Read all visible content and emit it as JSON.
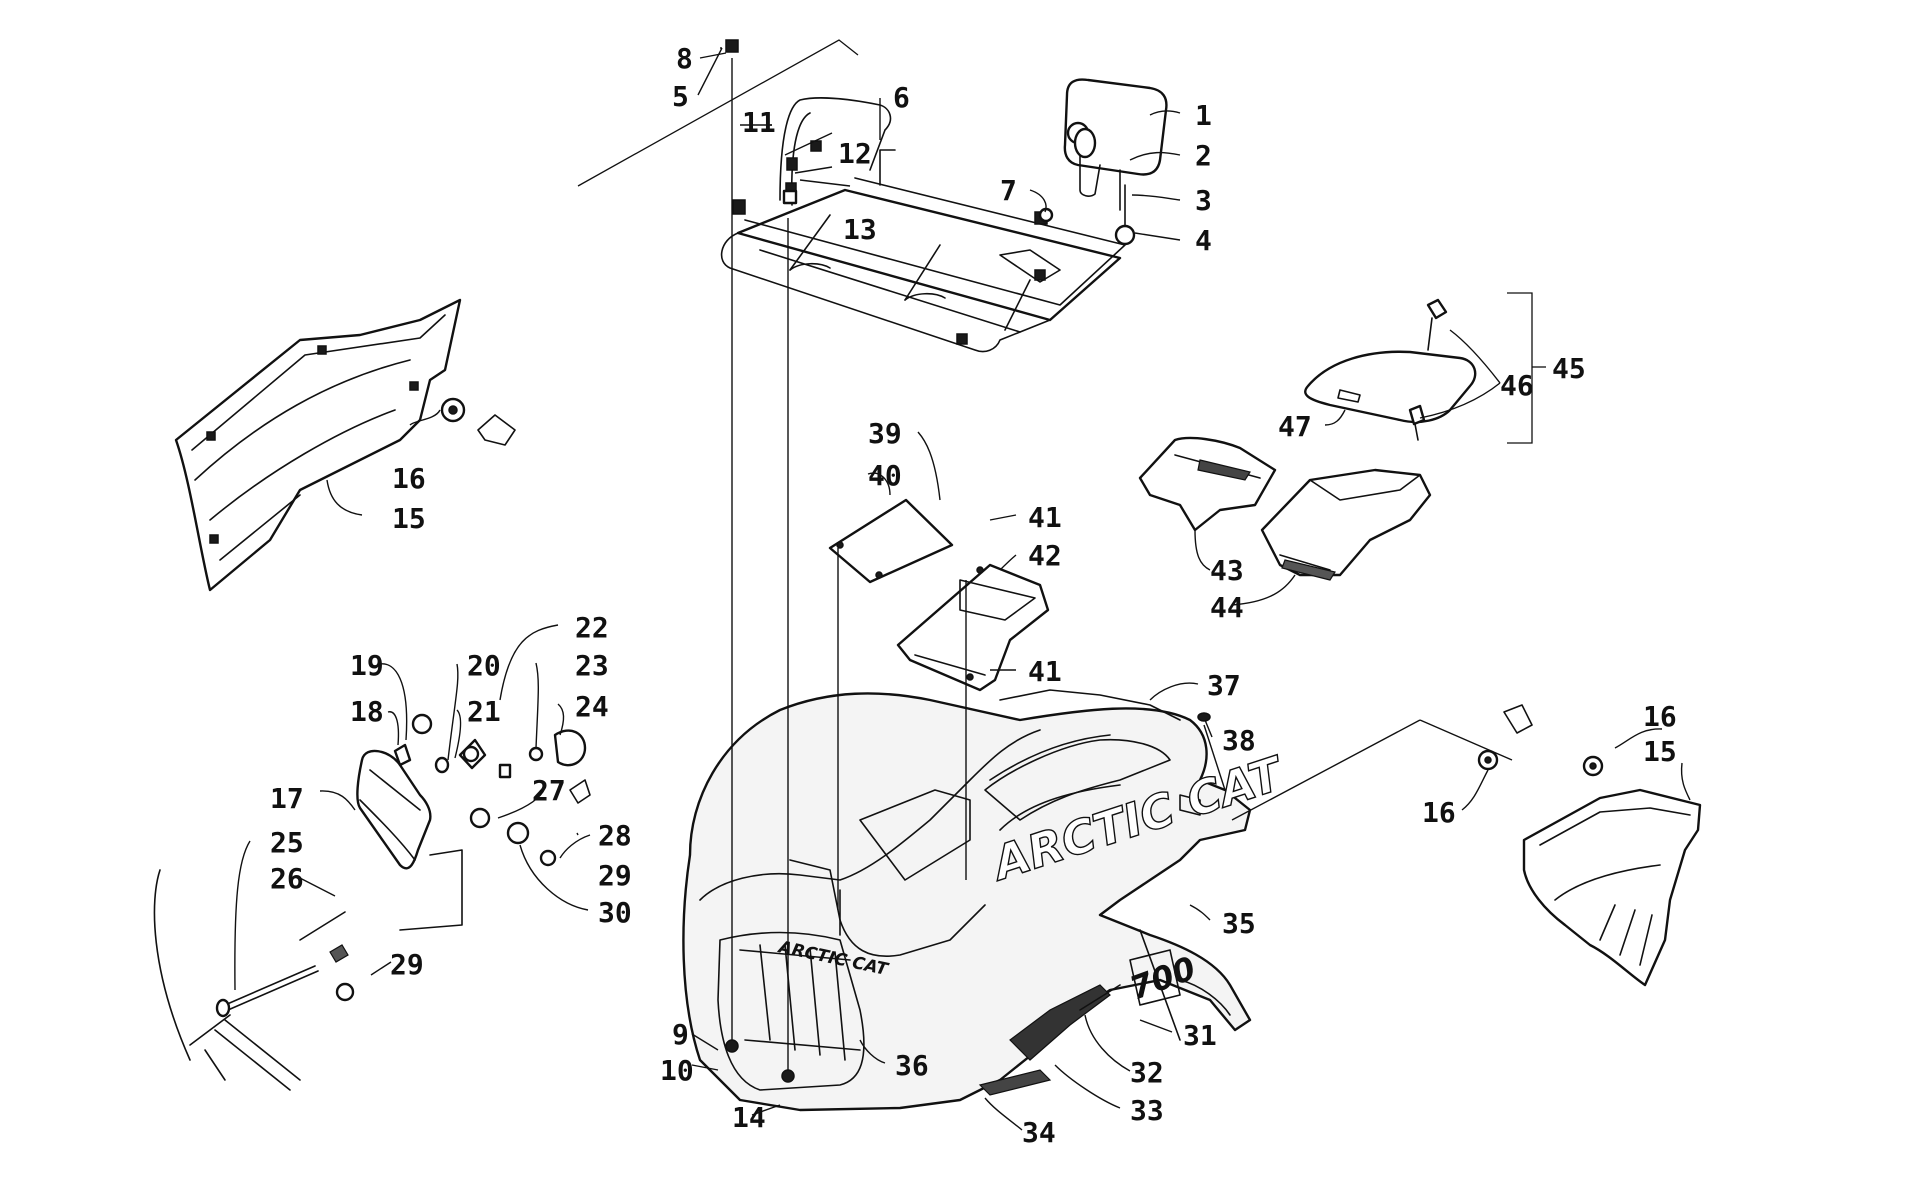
{
  "diagram": {
    "brand_logo_large": "ARCTIC CAT",
    "brand_logo_grille": "ARCTIC CAT",
    "model_badge": "700",
    "callouts": [
      {
        "id": "c1",
        "label": "1"
      },
      {
        "id": "c2",
        "label": "2"
      },
      {
        "id": "c3",
        "label": "3"
      },
      {
        "id": "c4",
        "label": "4"
      },
      {
        "id": "c5",
        "label": "5"
      },
      {
        "id": "c6",
        "label": "6"
      },
      {
        "id": "c7",
        "label": "7"
      },
      {
        "id": "c8",
        "label": "8"
      },
      {
        "id": "c9",
        "label": "9"
      },
      {
        "id": "c10",
        "label": "10"
      },
      {
        "id": "c11",
        "label": "11"
      },
      {
        "id": "c12",
        "label": "12"
      },
      {
        "id": "c13",
        "label": "13"
      },
      {
        "id": "c14",
        "label": "14"
      },
      {
        "id": "c15a",
        "label": "15"
      },
      {
        "id": "c15b",
        "label": "15"
      },
      {
        "id": "c16a",
        "label": "16"
      },
      {
        "id": "c16b",
        "label": "16"
      },
      {
        "id": "c16c",
        "label": "16"
      },
      {
        "id": "c17",
        "label": "17"
      },
      {
        "id": "c18",
        "label": "18"
      },
      {
        "id": "c19",
        "label": "19"
      },
      {
        "id": "c20",
        "label": "20"
      },
      {
        "id": "c21",
        "label": "21"
      },
      {
        "id": "c22",
        "label": "22"
      },
      {
        "id": "c23",
        "label": "23"
      },
      {
        "id": "c24",
        "label": "24"
      },
      {
        "id": "c25",
        "label": "25"
      },
      {
        "id": "c26",
        "label": "26"
      },
      {
        "id": "c27",
        "label": "27"
      },
      {
        "id": "c28",
        "label": "28"
      },
      {
        "id": "c29a",
        "label": "29"
      },
      {
        "id": "c29b",
        "label": "29"
      },
      {
        "id": "c30",
        "label": "30"
      },
      {
        "id": "c31",
        "label": "31"
      },
      {
        "id": "c32",
        "label": "32"
      },
      {
        "id": "c33",
        "label": "33"
      },
      {
        "id": "c34",
        "label": "34"
      },
      {
        "id": "c35",
        "label": "35"
      },
      {
        "id": "c36",
        "label": "36"
      },
      {
        "id": "c37",
        "label": "37"
      },
      {
        "id": "c38",
        "label": "38"
      },
      {
        "id": "c39",
        "label": "39"
      },
      {
        "id": "c40",
        "label": "40"
      },
      {
        "id": "c41a",
        "label": "41"
      },
      {
        "id": "c41b",
        "label": "41"
      },
      {
        "id": "c42",
        "label": "42"
      },
      {
        "id": "c43",
        "label": "43"
      },
      {
        "id": "c44",
        "label": "44"
      },
      {
        "id": "c45",
        "label": "45"
      },
      {
        "id": "c46",
        "label": "46"
      },
      {
        "id": "c47",
        "label": "47"
      }
    ]
  }
}
